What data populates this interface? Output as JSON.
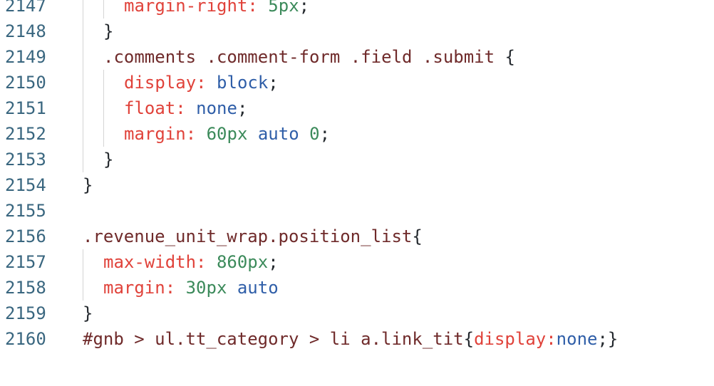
{
  "colors": {
    "line_number": "#39667f",
    "selector": "#6f2a2a",
    "property": "#e0423a",
    "number": "#3b8a5a",
    "keyword": "#2f5ea8",
    "punctuation": "#24292e",
    "indent_guide": "#d4d4d4",
    "background": "#ffffff"
  },
  "lines": [
    {
      "n": "2147",
      "t": [
        "margin-right:",
        " 5px",
        ";"
      ]
    },
    {
      "n": "2148",
      "t": [
        "}"
      ]
    },
    {
      "n": "2149",
      "t": [
        ".comments .comment-form .field .submit",
        " {"
      ]
    },
    {
      "n": "2150",
      "t": [
        "display:",
        " block",
        ";"
      ]
    },
    {
      "n": "2151",
      "t": [
        "float:",
        " none",
        ";"
      ]
    },
    {
      "n": "2152",
      "t": [
        "margin:",
        " 60px",
        " auto",
        " 0",
        ";"
      ]
    },
    {
      "n": "2153",
      "t": [
        "}"
      ]
    },
    {
      "n": "2154",
      "t": [
        "}"
      ]
    },
    {
      "n": "2155",
      "t": []
    },
    {
      "n": "2156",
      "t": [
        ".revenue_unit_wrap.position_list",
        "{"
      ]
    },
    {
      "n": "2157",
      "t": [
        "max-width:",
        " 860px",
        ";"
      ]
    },
    {
      "n": "2158",
      "t": [
        "margin:",
        " 30px",
        " auto"
      ]
    },
    {
      "n": "2159",
      "t": [
        "}"
      ]
    },
    {
      "n": "2160",
      "t": [
        "#gnb > ul.tt_category > li a.link_tit",
        "{",
        "display:",
        "none",
        ";}"
      ]
    }
  ]
}
